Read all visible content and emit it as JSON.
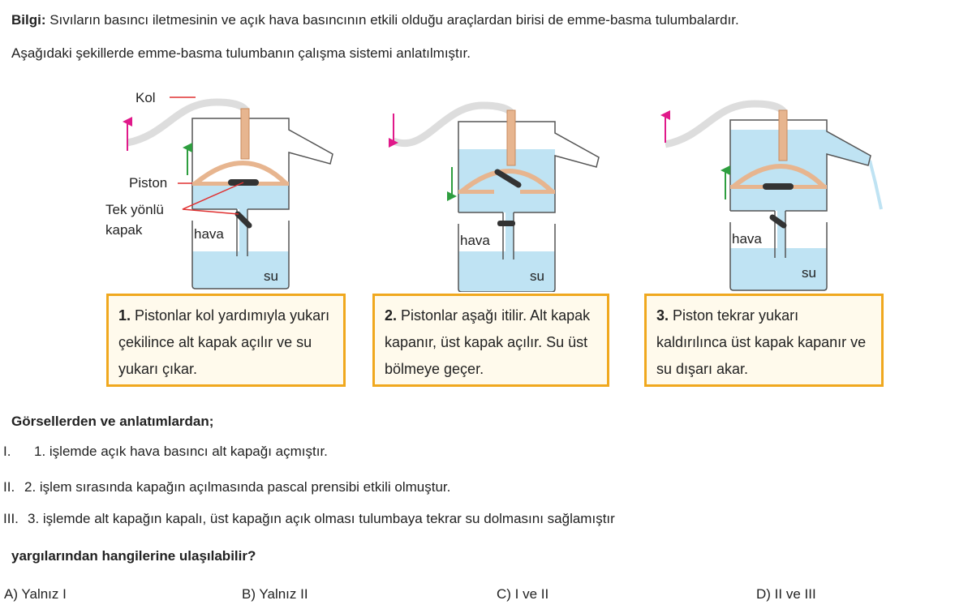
{
  "intro": {
    "bold": "Bilgi:",
    "line1": " Sıvıların basıncı iletmesinin ve açık hava basıncının etkili olduğu araçlardan birisi de emme-basma tulumbalardır.",
    "line2": "Aşağıdaki şekillerde emme-basma tulumbanın çalışma sistemi anlatılmıştır."
  },
  "diagram": {
    "kol": "Kol",
    "piston": "Piston",
    "valve1": "Tek yönlü",
    "valve2": "kapak",
    "hava": "hava",
    "su": "su",
    "colors": {
      "water": "#bfe3f3",
      "copper": "#e7b58f",
      "valve": "#333333",
      "up_arrow": "#e0198a",
      "piston_arrow": "#2e9e3f",
      "leader": "#e03030"
    }
  },
  "steps": [
    {
      "num": "1.",
      "text": " Pistonlar kol yardımıyla yukarı çekilince alt kapak açılır ve su yukarı çıkar."
    },
    {
      "num": "2.",
      "text": " Pistonlar aşağı itilir. Alt kapak kapanır, üst kapak açılır. Su üst bölmeye geçer."
    },
    {
      "num": "3.",
      "text": " Piston tekrar yukarı kaldırılınca üst kapak kapanır ve su dışarı akar."
    }
  ],
  "question": {
    "lead": "Görsellerden ve anlatımlardan;",
    "items": [
      {
        "n": "I.",
        "text": "1. işlemde açık hava basıncı alt kapağı açmıştır."
      },
      {
        "n": "II.",
        "text": "2. işlem sırasında kapağın açılmasında pascal prensibi etkili olmuştur."
      },
      {
        "n": "III.",
        "text": "3. işlemde alt kapağın kapalı, üst kapağın açık olması tulumbaya tekrar su dolmasını sağlamıştır"
      }
    ],
    "prompt": "yargılarından hangilerine ulaşılabilir?"
  },
  "options": [
    "A) Yalnız I",
    "B) Yalnız II",
    "C) I ve II",
    "D) II ve III"
  ]
}
